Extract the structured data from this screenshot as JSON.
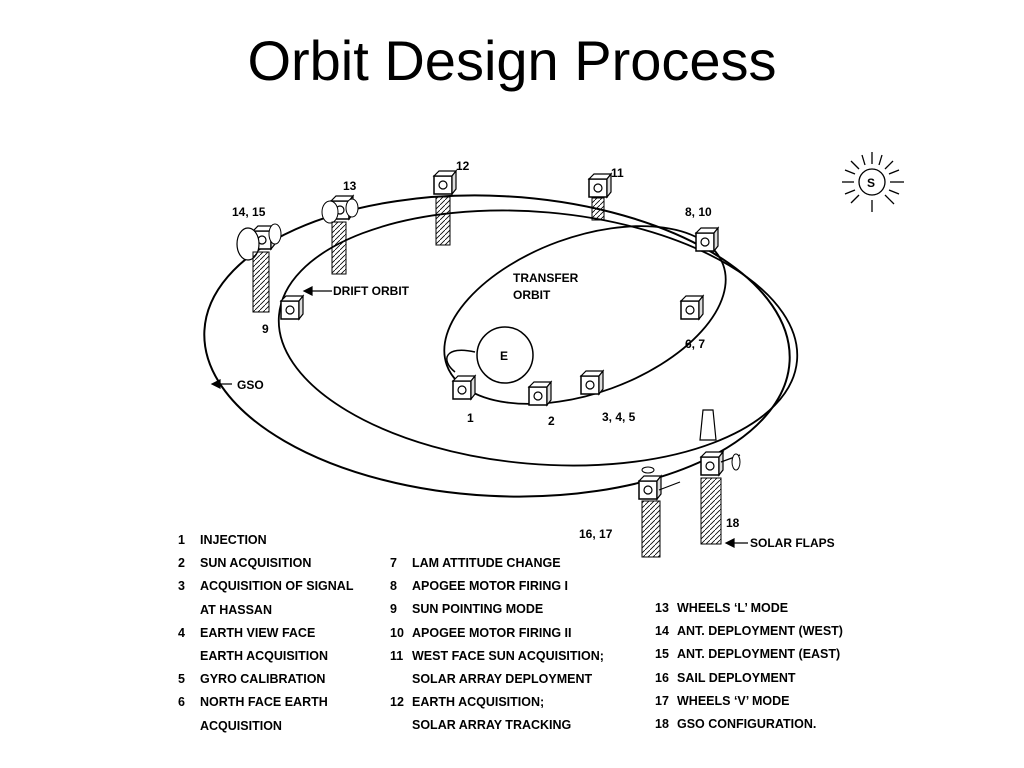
{
  "slide": {
    "title": "Orbit Design Process"
  },
  "diagram": {
    "earth_label": "E",
    "sun_label": "S",
    "labels": {
      "drift_orbit": "DRIFT ORBIT",
      "transfer_orbit_line1": "TRANSFER",
      "transfer_orbit_line2": "ORBIT",
      "gso": "GSO",
      "solar_flaps": "SOLAR FLAPS"
    },
    "step_labels": {
      "s1": "1",
      "s2": "2",
      "s345": "3, 4, 5",
      "s67": "6, 7",
      "s810": "8, 10",
      "s9": "9",
      "s11": "11",
      "s12": "12",
      "s13": "13",
      "s1415": "14, 15",
      "s1617": "16, 17",
      "s18": "18"
    }
  },
  "legend": {
    "col1": [
      {
        "num": "1",
        "text": "INJECTION"
      },
      {
        "num": "2",
        "text": "SUN ACQUISITION"
      },
      {
        "num": "3",
        "text": "ACQUISITION OF SIGNAL"
      },
      {
        "num": "",
        "text": "AT HASSAN"
      },
      {
        "num": "4",
        "text": "EARTH VIEW FACE"
      },
      {
        "num": "",
        "text": "EARTH ACQUISITION"
      },
      {
        "num": "5",
        "text": "GYRO CALIBRATION"
      },
      {
        "num": "6",
        "text": "NORTH FACE EARTH"
      },
      {
        "num": "",
        "text": "ACQUISITION"
      }
    ],
    "col2": [
      {
        "num": "7",
        "text": "LAM ATTITUDE CHANGE"
      },
      {
        "num": "8",
        "text": "APOGEE MOTOR FIRING I"
      },
      {
        "num": "9",
        "text": "SUN POINTING MODE"
      },
      {
        "num": "10",
        "text": "APOGEE MOTOR FIRING II"
      },
      {
        "num": "11",
        "text": "WEST FACE SUN ACQUISITION;"
      },
      {
        "num": "",
        "text": "SOLAR ARRAY DEPLOYMENT"
      },
      {
        "num": "12",
        "text": "EARTH ACQUISITION;"
      },
      {
        "num": "",
        "text": "SOLAR ARRAY TRACKING"
      }
    ],
    "col3": [
      {
        "num": "13",
        "text": "WHEELS ‘L’ MODE"
      },
      {
        "num": "14",
        "text": "ANT. DEPLOYMENT (WEST)"
      },
      {
        "num": "15",
        "text": "ANT. DEPLOYMENT  (EAST)"
      },
      {
        "num": "16",
        "text": "SAIL DEPLOYMENT"
      },
      {
        "num": "17",
        "text": "WHEELS ‘V’ MODE"
      },
      {
        "num": "18",
        "text": "GSO CONFIGURATION."
      }
    ]
  }
}
